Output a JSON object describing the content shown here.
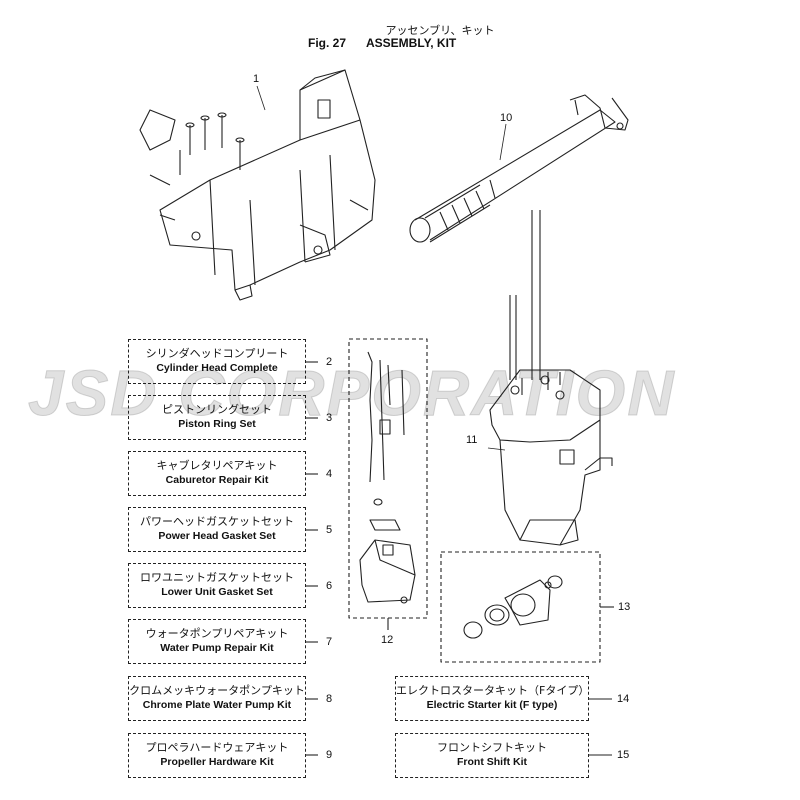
{
  "header": {
    "title_jp": "アッセンブリ、キット",
    "fig": "Fig. 27",
    "title_en": "ASSEMBLY, KIT"
  },
  "watermark": "JSD CORPORATION",
  "callouts": {
    "c1": "1",
    "c10": "10",
    "c11": "11",
    "c12": "12",
    "c13": "13"
  },
  "kits_left": [
    {
      "no": "2",
      "jp": "シリンダヘッドコンプリート",
      "en": "Cylinder Head Complete"
    },
    {
      "no": "3",
      "jp": "ピストンリングセット",
      "en": "Piston Ring Set"
    },
    {
      "no": "4",
      "jp": "キャブレタリペアキット",
      "en": "Caburetor Repair Kit"
    },
    {
      "no": "5",
      "jp": "パワーヘッドガスケットセット",
      "en": "Power Head Gasket Set"
    },
    {
      "no": "6",
      "jp": "ロワユニットガスケットセット",
      "en": "Lower Unit Gasket Set"
    },
    {
      "no": "7",
      "jp": "ウォータポンプリペアキット",
      "en": "Water Pump Repair Kit"
    },
    {
      "no": "8",
      "jp": "クロムメッキウォータポンプキット",
      "en": "Chrome Plate Water Pump Kit"
    },
    {
      "no": "9",
      "jp": "プロペラハードウェアキット",
      "en": "Propeller Hardware Kit"
    }
  ],
  "kits_right": [
    {
      "no": "14",
      "jp": "エレクトロスタータキット（Fタイプ）",
      "en": "Electric Starter kit (F type)"
    },
    {
      "no": "15",
      "jp": "フロントシフトキット",
      "en": "Front Shift Kit"
    }
  ]
}
